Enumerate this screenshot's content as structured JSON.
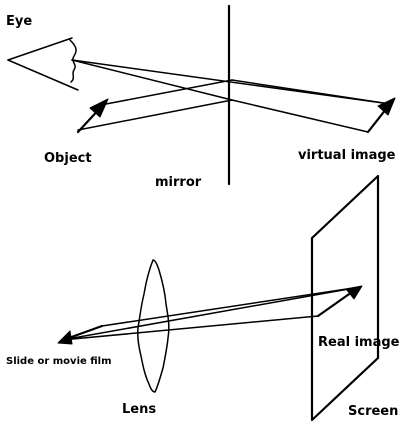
{
  "mirror_diagram": {
    "labels": {
      "eye": "Eye",
      "object": "Object",
      "mirror": "mirror",
      "virtual_image": "virtual image"
    }
  },
  "lens_diagram": {
    "labels": {
      "slide": "Slide or movie film",
      "lens": "Lens",
      "real_image": "Real image",
      "screen": "Screen"
    }
  },
  "colors": {
    "ink": "#000000",
    "background": "#ffffff"
  }
}
